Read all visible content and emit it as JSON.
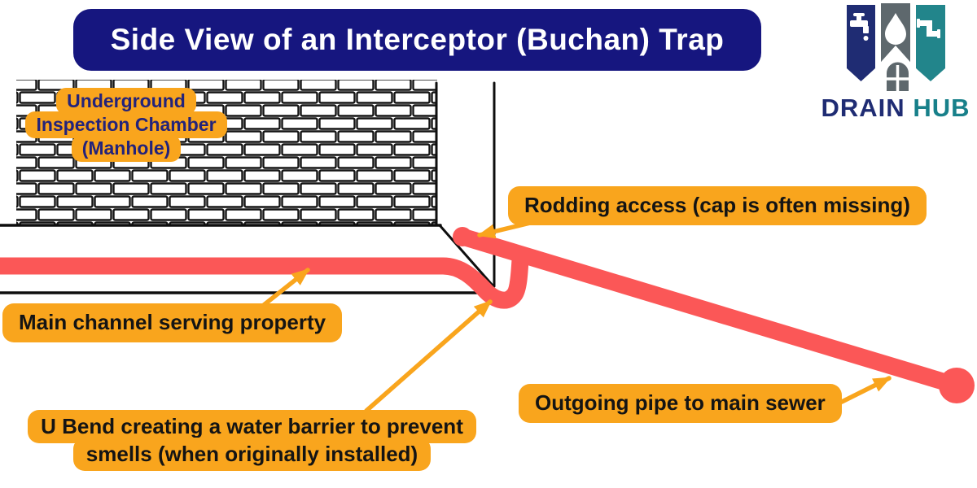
{
  "title": "Side View of an Interceptor (Buchan) Trap",
  "logo": {
    "word1": "DRAIN",
    "word2": "HUB",
    "icons": [
      "tap-icon",
      "droplet-icon",
      "pipe-icon",
      "house-icon"
    ]
  },
  "labels": {
    "chamber": {
      "line1": "Underground",
      "line2": "Inspection Chamber",
      "line3": "(Manhole)"
    },
    "rodding": "Rodding access (cap is often missing)",
    "main_channel": "Main channel serving property",
    "u_bend": {
      "line1": "U Bend creating a water barrier to prevent",
      "line2": "smells (when originally installed)"
    },
    "outgoing": "Outgoing pipe to main sewer"
  },
  "colors": {
    "banner_navy": "#16167F",
    "label_orange": "#F9A51D",
    "label_text_navy": "#23237B",
    "pipe_red": "#FB5757",
    "line_black": "#0E0E0E",
    "logo_navy": "#1F2C73",
    "logo_gray": "#5E686D",
    "logo_teal": "#22858B"
  }
}
